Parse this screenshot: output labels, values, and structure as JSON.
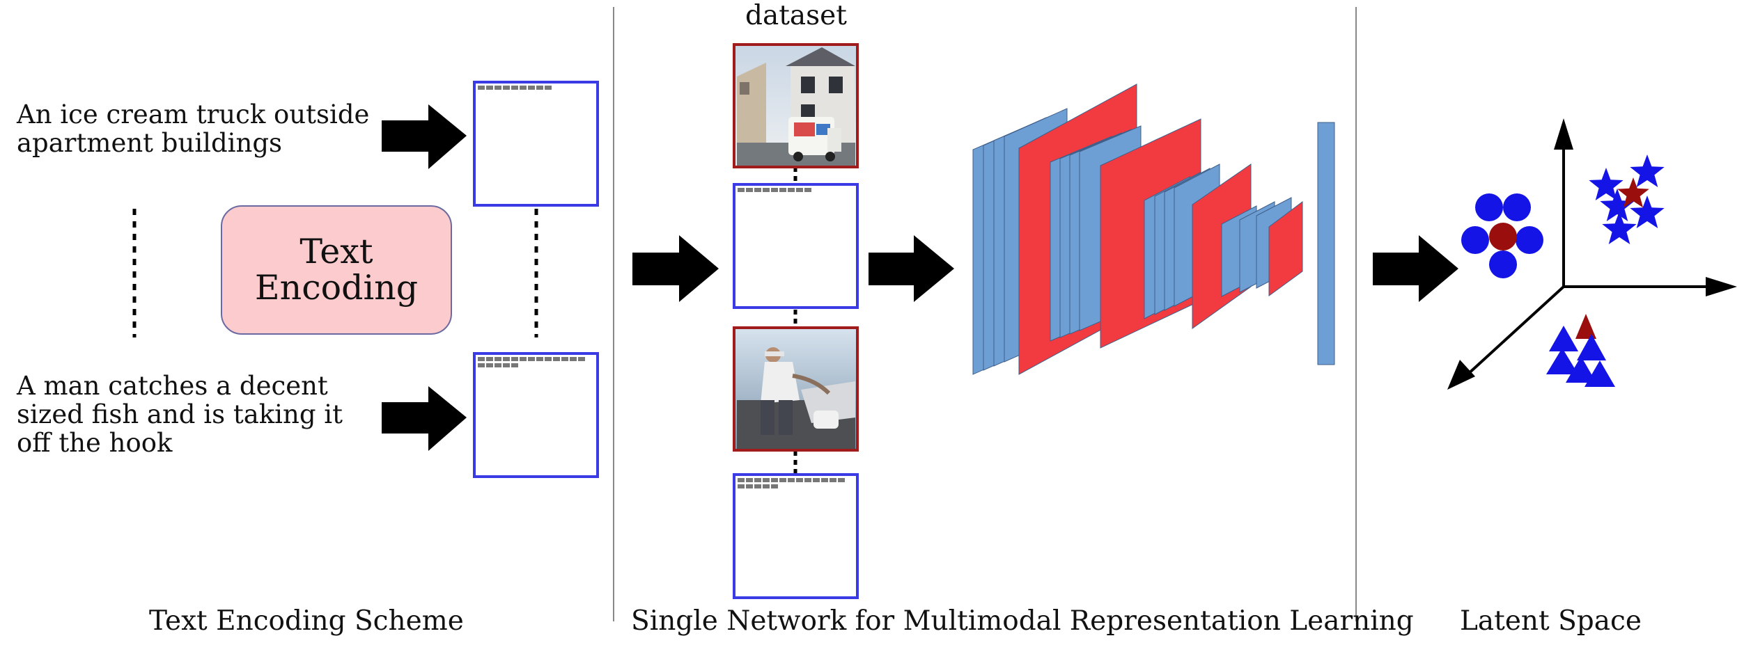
{
  "sections": {
    "text_encoding": "Text Encoding Scheme",
    "network": "Single Network for Multimodal Representation Learning",
    "latent": "Latent Space"
  },
  "text_encoding_box": "Text\nEncoding",
  "dataset_label": "dataset",
  "captions": [
    "An ice cream truck outside\napartment buildings",
    "A man catches a decent\nsized fish and is taking it\noff the hook"
  ],
  "colors": {
    "encoded_frame": "#3b3be6",
    "image_frame": "#a01c1c",
    "layer_blue": "#6e9fd4",
    "layer_red": "#f23a41",
    "encoding_box": "#fccbce",
    "cluster_blue": "#1414e6",
    "cluster_red": "#9b0e0e"
  },
  "icons": [
    "arrow-right-icon",
    "image-icon",
    "circle-cluster-icon",
    "star-cluster-icon",
    "triangle-cluster-icon",
    "axes-icon"
  ]
}
